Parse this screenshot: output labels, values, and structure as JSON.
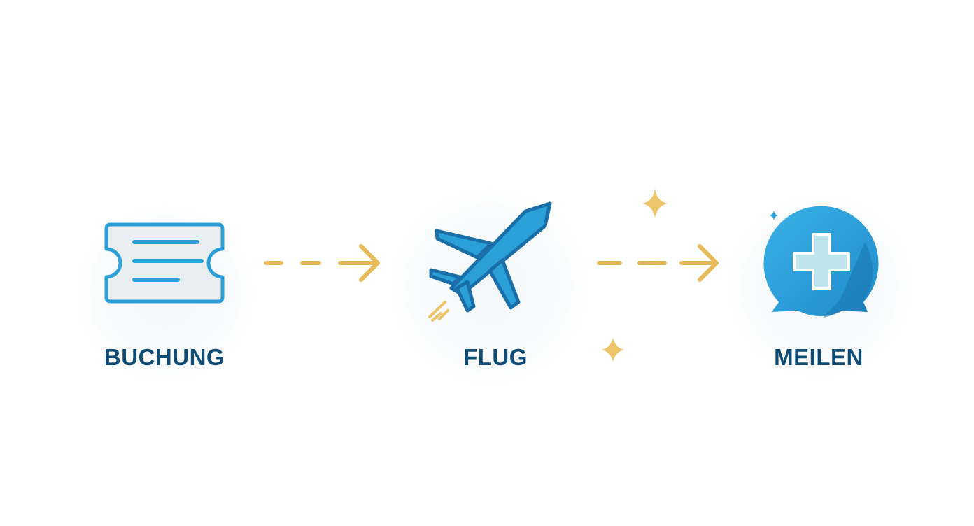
{
  "steps": [
    {
      "label": "BUCHUNG",
      "icon": "ticket-icon"
    },
    {
      "label": "FLUG",
      "icon": "airplane-icon"
    },
    {
      "label": "MEILEN",
      "icon": "plus-badge-icon"
    }
  ],
  "colors": {
    "primary": "#2a9fd8",
    "dark": "#1a6fa8",
    "label": "#0f4c75",
    "arrow": "#e6bb5a",
    "sparkle": "#ecc46a",
    "ticket_fill": "#e9eef1"
  }
}
